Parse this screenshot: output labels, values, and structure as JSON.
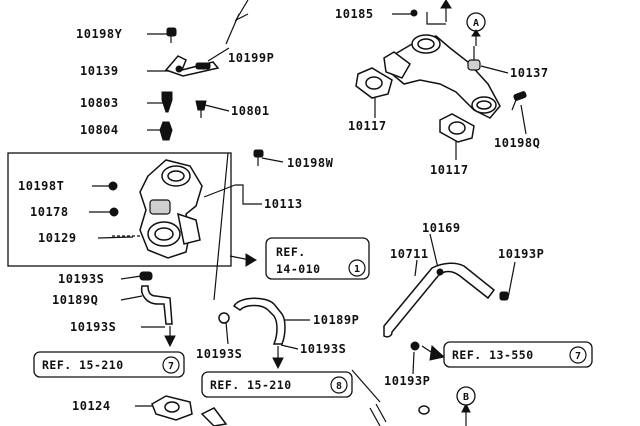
{
  "part_labels": {
    "p10198Y": "10198Y",
    "p10139": "10139",
    "p10803": "10803",
    "p10804": "10804",
    "p10801": "10801",
    "p10199P": "10199P",
    "p10185": "10185",
    "p10137": "10137",
    "p10117a": "10117",
    "p10117b": "10117",
    "p10198Q": "10198Q",
    "p10198W": "10198W",
    "p10198T": "10198T",
    "p10178": "10178",
    "p10129": "10129",
    "p10113": "10113",
    "p10169": "10169",
    "p10711": "10711",
    "p10193Pa": "10193P",
    "p10193Sa": "10193S",
    "p10189Q": "10189Q",
    "p10193Sb": "10193S",
    "p10189P": "10189P",
    "p10193Sc": "10193S",
    "p10193Sd": "10193S",
    "p10193Pb": "10193P",
    "p10124": "10124"
  },
  "refs": {
    "ref1": {
      "text": "REF.",
      "code": "14-010",
      "num": "1"
    },
    "ref2": {
      "text": "REF. 15-210",
      "num": "7"
    },
    "ref3": {
      "text": "REF. 15-210",
      "num": "8"
    },
    "ref4": {
      "text": "REF. 13-550",
      "num": "7"
    }
  },
  "markers": {
    "a": "A",
    "b": "B"
  }
}
